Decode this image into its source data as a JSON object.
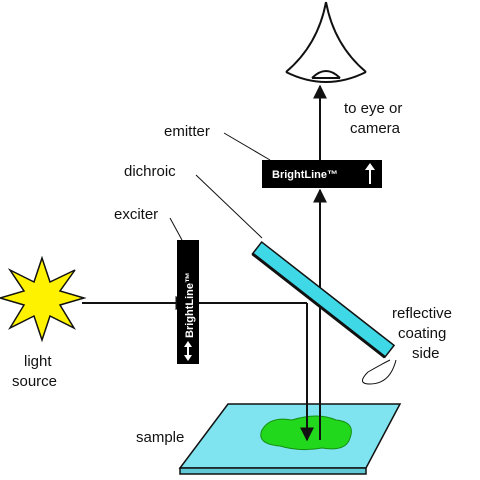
{
  "labels": {
    "eye": "to eye or camera",
    "eye_line1": "to eye or",
    "eye_line2": "camera",
    "emitter": "emitter",
    "dichroic": "dichroic",
    "exciter": "exciter",
    "light_line1": "light",
    "light_line2": "source",
    "reflective_line1": "reflective",
    "reflective_line2": "coating",
    "reflective_line3": "side",
    "sample": "sample"
  },
  "filters": {
    "emitter_text": "BrightLine™",
    "exciter_text": "BrightLine™"
  },
  "colors": {
    "sun": "#fff200",
    "dichroic": "#3fd8e6",
    "slide": "#7fe4ef",
    "sample": "#22d81c",
    "filter": "#000000",
    "line": "#111111"
  },
  "icons": {
    "eye": "eye-icon",
    "light_source": "sunburst-icon"
  }
}
